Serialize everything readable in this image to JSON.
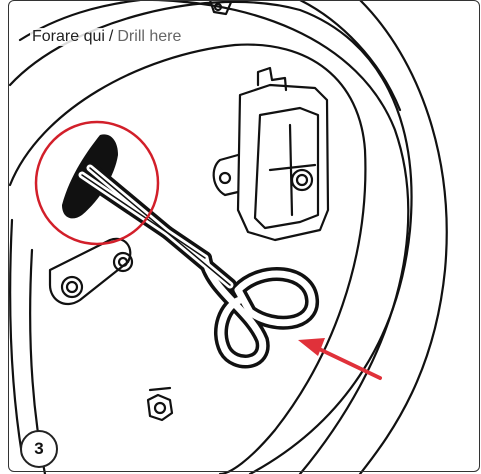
{
  "caption": {
    "italian": "Forare qui",
    "separator": "/",
    "english": "Drill here"
  },
  "step_number": "3",
  "colors": {
    "highlight_circle": "#d21f2a",
    "arrow": "#e0313a",
    "line_art": "#111111"
  },
  "icons": [
    "scissors-icon",
    "arrow-icon"
  ]
}
